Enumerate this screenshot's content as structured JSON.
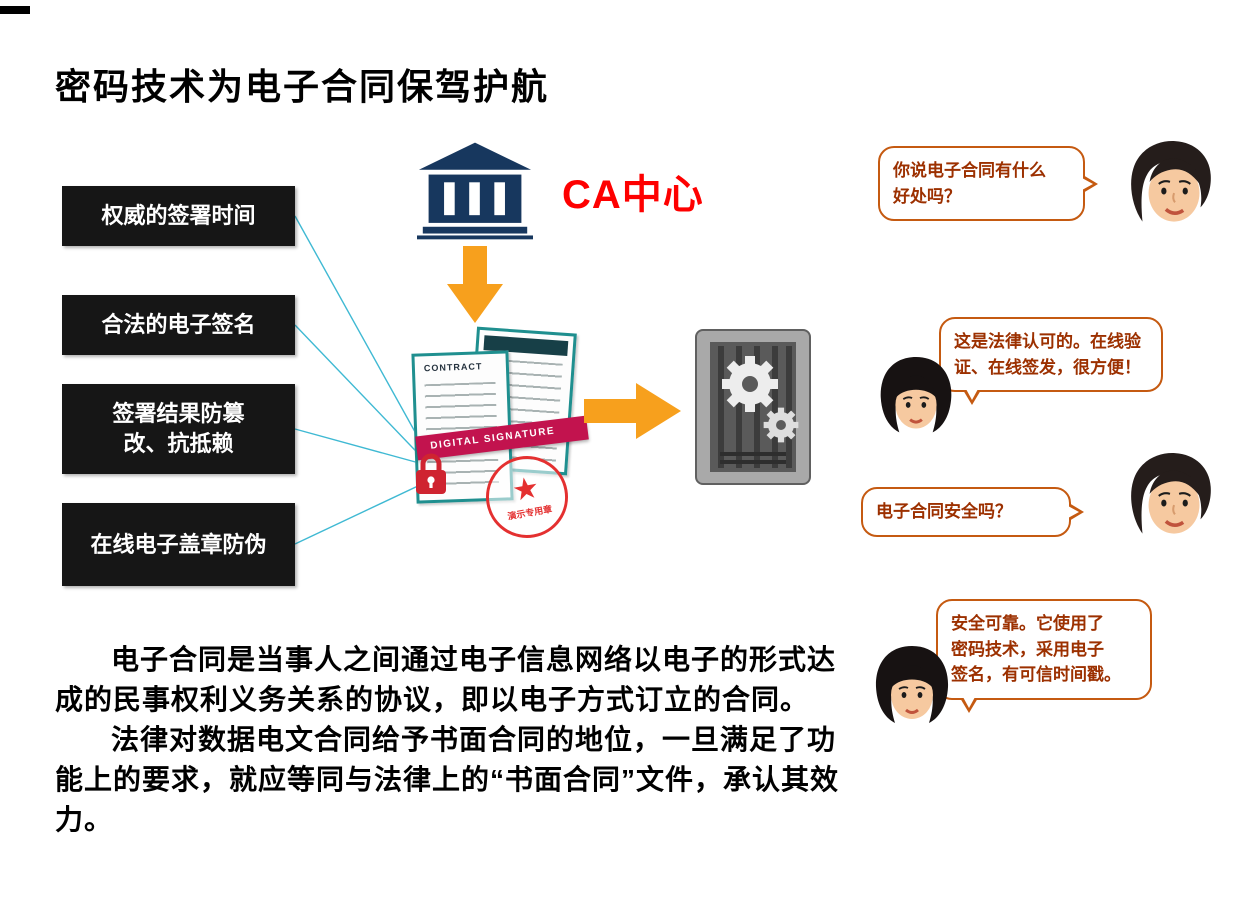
{
  "title": "密码技术为电子合同保驾护航",
  "features": [
    "权威的签署时间",
    "合法的电子签名",
    "签署结果防篡\n改、抗抵赖",
    "在线电子盖章防伪"
  ],
  "ca_label": "CA中心",
  "documents": {
    "contract_label": "CONTRACT",
    "ribbon_label": "DIGITAL SIGNATURE",
    "stamp_label": "演示专用章"
  },
  "dialogue": [
    {
      "speaker": "man",
      "text": "你说电子合同有什么\n好处吗？"
    },
    {
      "speaker": "woman",
      "text": "这是法律认可的。在线验\n证、在线签发，很方便！"
    },
    {
      "speaker": "man",
      "text": "电子合同安全吗？"
    },
    {
      "speaker": "woman",
      "text": "安全可靠。它使用了\n密码技术，采用电子\n签名，有可信时间戳。"
    }
  ],
  "paragraphs": [
    "电子合同是当事人之间通过电子信息网络以电子的形式达成的民事权利义务关系的协议，即以电子方式订立的合同。",
    "法律对数据电文合同给予书面合同的地位，一旦满足了功能上的要求，就应等同与法律上的“书面合同”文件，承认其效力。"
  ],
  "colors": {
    "ca_red": "#fe0000",
    "arrow_orange": "#f7a01d",
    "feature_box_bg": "#161616",
    "building_navy": "#17375e",
    "connector_cyan": "#3fb9d3",
    "bubble_border": "#c55a11",
    "bubble_text": "#9c3000",
    "ribbon_crimson": "#c2134e",
    "stamp_red": "#e43030",
    "paper_teal": "#1f8f8f",
    "server_gray": "#a9a9a9"
  }
}
